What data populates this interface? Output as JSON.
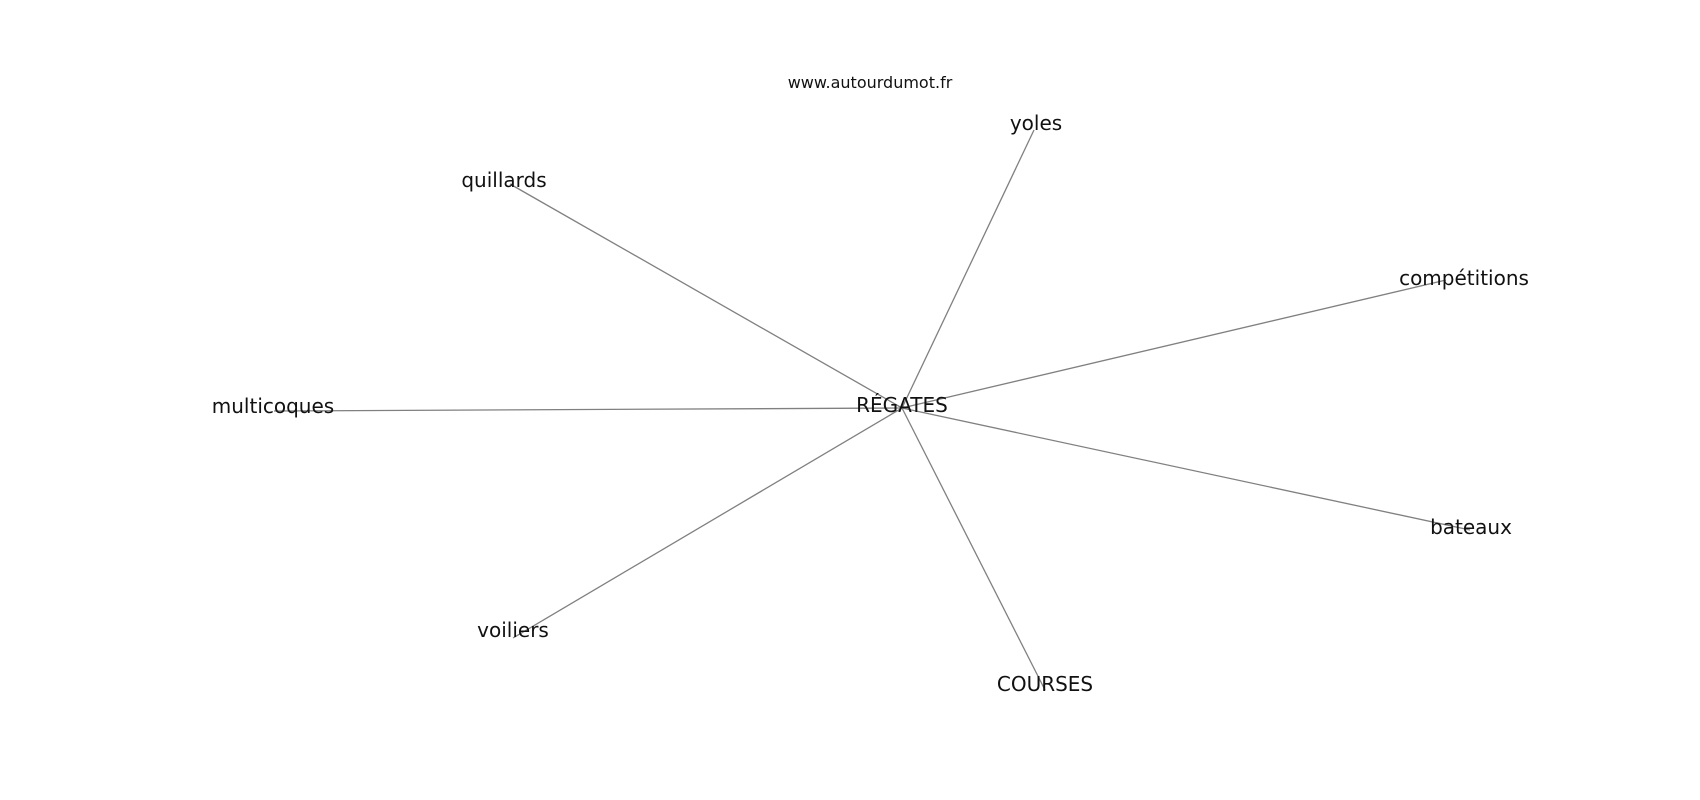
{
  "site": {
    "watermark": "www.autourdumot.fr"
  },
  "graph": {
    "center": {
      "id": "regates",
      "label": "RÉGATES"
    },
    "nodes": [
      {
        "id": "yoles",
        "label": "yoles"
      },
      {
        "id": "quillards",
        "label": "quillards"
      },
      {
        "id": "competitions",
        "label": "compétitions"
      },
      {
        "id": "multicoques",
        "label": "multicoques"
      },
      {
        "id": "bateaux",
        "label": "bateaux"
      },
      {
        "id": "voiliers",
        "label": "voiliers"
      },
      {
        "id": "courses",
        "label": "COURSES"
      }
    ],
    "edges": [
      {
        "from": "regates",
        "to": "yoles"
      },
      {
        "from": "regates",
        "to": "quillards"
      },
      {
        "from": "regates",
        "to": "competitions"
      },
      {
        "from": "regates",
        "to": "multicoques"
      },
      {
        "from": "regates",
        "to": "bateaux"
      },
      {
        "from": "regates",
        "to": "voiliers"
      },
      {
        "from": "regates",
        "to": "courses"
      }
    ],
    "edge_color": "#808080",
    "label_color": "#111111"
  }
}
